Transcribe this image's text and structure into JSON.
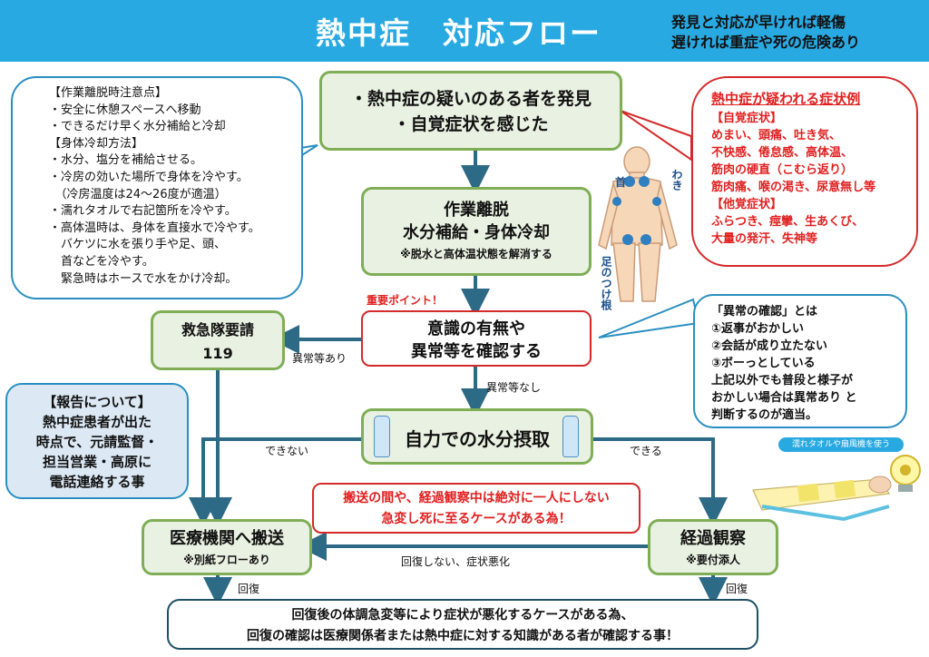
{
  "header": {
    "title": "熱中症　対応フロー",
    "slogan_line1": "発見と対応が早ければ軽傷",
    "slogan_line2": "遅ければ重症や死の危険あり"
  },
  "left_note": {
    "lines": [
      "【作業離脱時注意点】",
      "・安全に休憩スペースへ移動",
      "・できるだけ早く水分補給と冷却",
      "【身体冷却方法】",
      "・水分、塩分を補給させる。",
      "・冷房の効いた場所で身体を冷やす。",
      "　（冷房温度は24～26度が適温）",
      "・濡れタオルで右記箇所を冷やす。",
      "・高体温時は、身体を直接水で冷やす。",
      "　バケツに水を張り手や足、頭、",
      "　首などを冷やす。",
      "　緊急時はホースで水をかけ冷却。"
    ]
  },
  "step1": {
    "line1": "・熱中症の疑いのある者を発見",
    "line2": "・自覚症状を感じた"
  },
  "step2": {
    "line1": "作業離脱",
    "line2": "水分補給・身体冷却",
    "note": "※脱水と高体温状態を解消する"
  },
  "important": "重要ポイント！",
  "step3": {
    "line1": "意識の有無や",
    "line2": "異常等を確認する"
  },
  "ambulance": {
    "line1": "救急隊要請",
    "line2": "119"
  },
  "symptoms": {
    "title": "熱中症が疑われる症状例",
    "lines": [
      "【自覚症状】",
      "めまい、頭痛、吐き気、",
      "不快感、倦怠感、高体温、",
      "筋肉の硬直（こむら返り）",
      "筋肉痛、喉の渇き、尿意無し等",
      "【他覚症状】",
      "ふらつき、痙攣、生あくび、",
      "大量の発汗、失神等"
    ]
  },
  "figure_labels": {
    "neck": "首",
    "armpit": "わき",
    "groin": "足のつけ根"
  },
  "abnormal": {
    "lines": [
      "「異常の確認」とは",
      "①返事がおかしい",
      "②会話が成り立たない",
      "③ボーっとしている",
      "上記以外でも普段と様子が",
      "おかしい場合は異常あり と",
      "判断するのが適当。"
    ]
  },
  "report": {
    "lines": [
      "【報告について】",
      "熱中症患者が出た",
      "時点で、元請監督・",
      "担当営業・高原に",
      "電話連絡する事"
    ]
  },
  "step4": {
    "label": "自力での水分摂取"
  },
  "warning": {
    "line1": "搬送の間や、経過観察中は絶対に一人にしない",
    "line2": "急変し死に至るケースがある為！"
  },
  "medical": {
    "line1": "医療機関へ搬送",
    "note": "※別紙フローあり"
  },
  "observe": {
    "line1": "経過観察",
    "note": "※要付添人"
  },
  "final": {
    "line1": "回復後の体調急変等により症状が悪化するケースがある為、",
    "line2": "回復の確認は医療関係者または熱中症に対する知識がある者が確認する事！"
  },
  "edge_labels": {
    "abnormal_yes": "異常等あり",
    "abnormal_no": "異常等なし",
    "cannot": "できない",
    "can": "できる",
    "not_recovered": "回復しない、症状悪化",
    "recovered_left": "回復",
    "recovered_right": "回復"
  },
  "illustration_caption": "濡れタオルや扇風機を使う",
  "colors": {
    "banner": "#29a9e1",
    "arrow": "#2d6a85",
    "green_box": "#e9f2e2",
    "green_border": "#7fae56",
    "red": "#e02020",
    "blue_box": "#dce9f5"
  }
}
